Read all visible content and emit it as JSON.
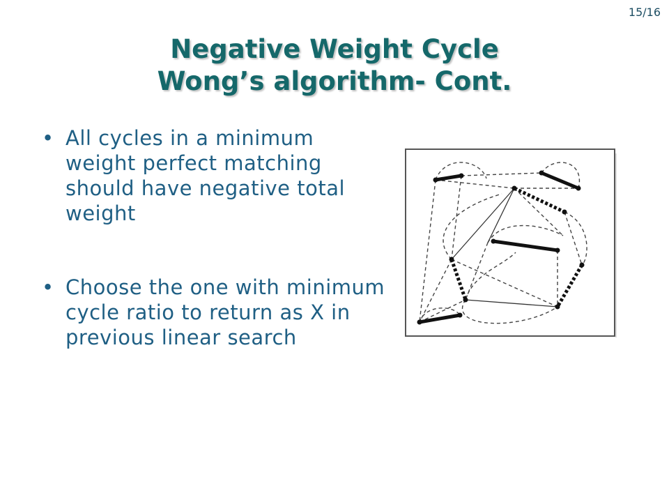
{
  "slide_number": "15/16",
  "title": {
    "line1": "Negative Weight Cycle",
    "line2": "Wong’s algorithm- Cont."
  },
  "bullets": [
    {
      "text": "All cycles in a minimum weight perfect matching should have negative total weight"
    },
    {
      "text": "Choose the one with minimum cycle ratio to return as X  in previous linear search"
    }
  ],
  "colors": {
    "title": "#15686a",
    "body": "#1f5f84",
    "slide_number": "#1d4e63"
  }
}
